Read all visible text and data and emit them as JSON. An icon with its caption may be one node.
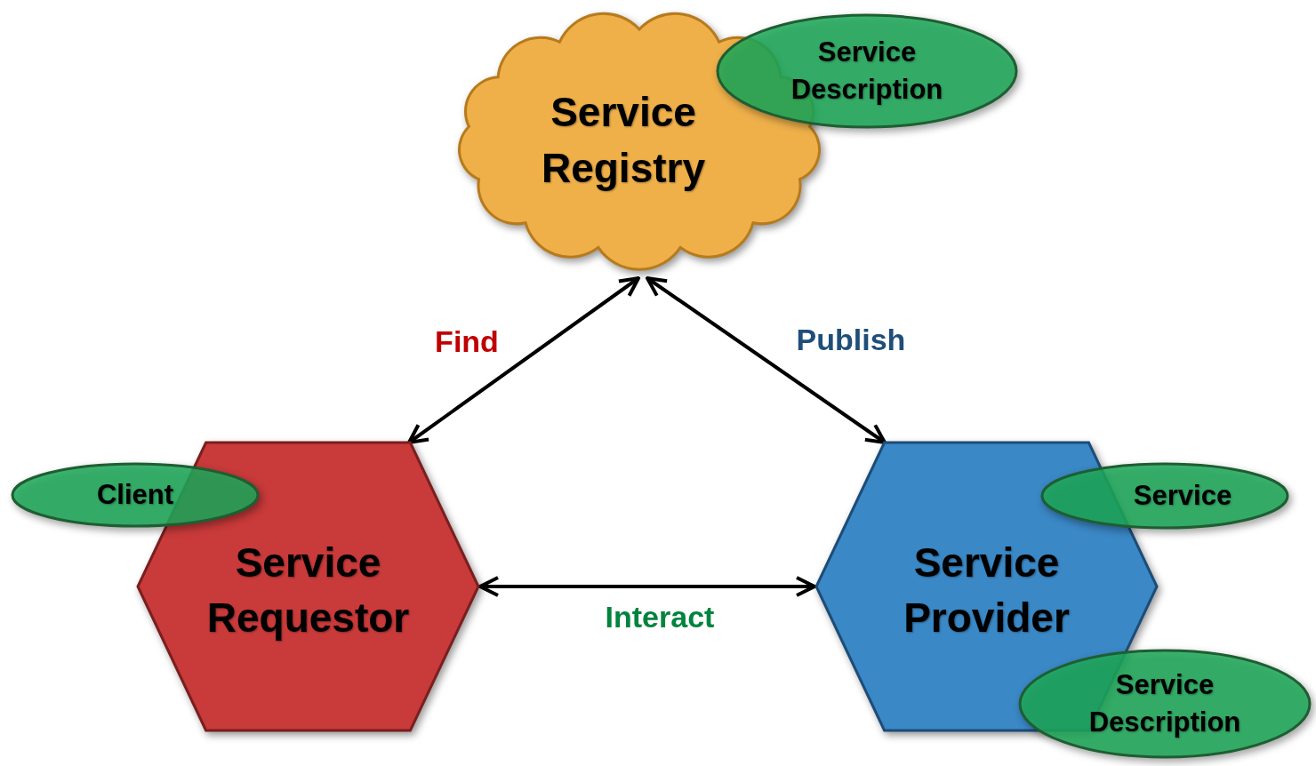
{
  "diagram": {
    "nodes": [
      {
        "text": [
          "Service Registry"
        ]
      },
      {
        "text": [
          "Service Description"
        ]
      },
      {
        "text": [
          "Service Requestor"
        ]
      },
      {
        "text": [
          "Client"
        ]
      },
      {
        "text": [
          "Service Provider"
        ]
      },
      {
        "text": [
          "Service"
        ]
      },
      {
        "text": [
          "Service Description"
        ]
      }
    ],
    "edges": [
      {
        "from": 2,
        "to": 0,
        "arrow": "both",
        "label": "Find"
      },
      {
        "from": 4,
        "to": 0,
        "arrow": "both",
        "label": "Publish"
      },
      {
        "from": 2,
        "to": 4,
        "arrow": "both",
        "label": "Interact"
      }
    ]
  }
}
